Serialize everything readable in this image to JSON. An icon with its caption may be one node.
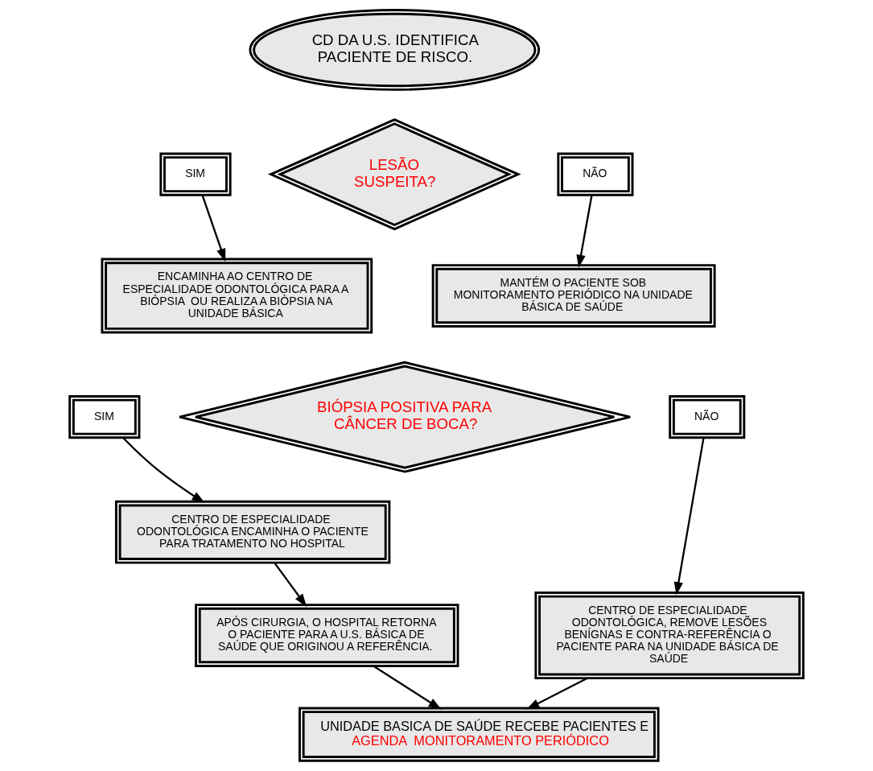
{
  "diagram": {
    "nodes": [
      {
        "text": [
          "CD DA U.S. IDENTIFICA PACIENTE DE RISCO."
        ]
      },
      {
        "text": [
          "LESÃO SUSPEITA?"
        ]
      },
      {
        "text": [
          "SIM"
        ]
      },
      {
        "text": [
          "NÃO"
        ]
      },
      {
        "text": [
          "ENCAMINHA AO CENTRO DE ESPECIALIDADE ODONTOLÓGICA PARA A BIÓPSIA  OU REALIZA A BIÒPSIA NA UNIDADE BÁSICA"
        ]
      },
      {
        "text": [
          "MANTÉM O PACIENTE SOB MONITORAMENTO PERIÓDICO NA UNIDADE BÁSICA DE SAÚDE"
        ]
      },
      {
        "text": [
          "BIÓPSIA POSITIVA PARA CÂNCER DE BOCA?"
        ]
      },
      {
        "text": [
          "SIM"
        ]
      },
      {
        "text": [
          "NÃO"
        ]
      },
      {
        "text": [
          "CENTRO DE ESPECIALIDADE ODONTOLÓGICA ENCAMINHA O PACIENTE PARA TRATAMENTO NO HOSPITAL"
        ]
      },
      {
        "text": [
          "CENTRO DE ESPECIALIDADE ODONTOLÓGICA, REMOVE LESÕES BENÍGNAS E CONTRA-REFERÊNCIA O PACIENTE PARA NA UNIDADE BÁSICA DE SAÚDE"
        ]
      },
      {
        "text": [
          "APÓS CIRURGIA, O HOSPITAL RETORNA O PACIENTE PARA A U.S. BÁSICA DE SAÚDE QUE ORIGINOU A REFERÊNCIA."
        ]
      },
      {
        "text": [
          "UNIDADE BASICA DE SAÚDE RECEBE PACIENTES E",
          "AGENDA  MONITORAMENTO PERIÓDICO"
        ]
      }
    ],
    "edges": [
      {
        "from": 2,
        "to": 4,
        "arrow": "to"
      },
      {
        "from": 3,
        "to": 5,
        "arrow": "to"
      },
      {
        "from": 7,
        "to": 9,
        "arrow": "to"
      },
      {
        "from": 8,
        "to": 10,
        "arrow": "to"
      },
      {
        "from": 9,
        "to": 11,
        "arrow": "to"
      },
      {
        "from": 11,
        "to": 12,
        "arrow": "to"
      },
      {
        "from": 10,
        "to": 12,
        "arrow": "to"
      }
    ]
  }
}
